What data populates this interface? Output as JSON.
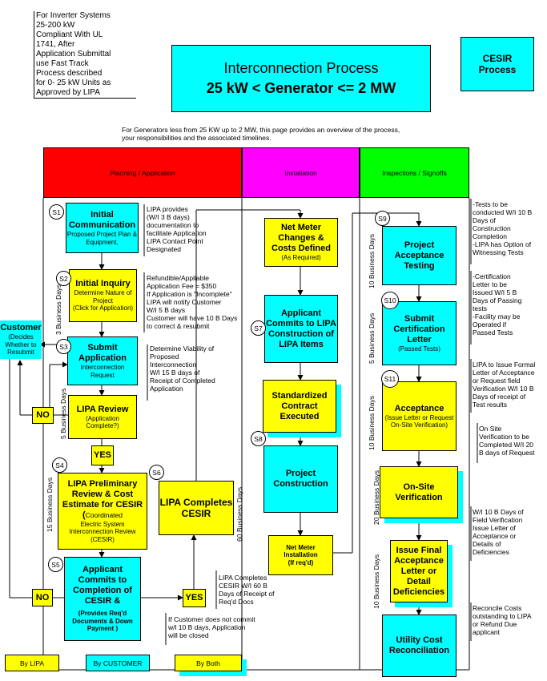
{
  "header": {
    "side_note": "For Inverter Systems\n25-200 kW\nCompliant With UL\n1741, After\nApplication Submittal\nuse Fast Track\nProcess described\nfor 0- 25 kW Units as\nApproved by LIPA",
    "title_line1": "Interconnection Process",
    "title_line2": "25 kW < Generator <= 2 MW",
    "cesir_label": "CESIR\nProcess",
    "description": "For Generators less from 25 KW up to 2 MW, this page provides an overview of the process,\nyour responsibilities and the associated timelines."
  },
  "phases": {
    "planning": "Planning / Application",
    "installation": "Installation",
    "inspections": "Inspections / Signoffs"
  },
  "colors": {
    "planning": "#ff0000",
    "installation": "#ff00ff",
    "inspections": "#00ff00",
    "cyan": "#00ffff",
    "yellow": "#ffff00"
  },
  "steps": {
    "s1": {
      "num": "S1",
      "title": "Initial Communication",
      "sub": "Proposed Project Plan & Equipment,"
    },
    "s2": {
      "num": "S2",
      "title": "Initial Inquiry",
      "sub": "Determine Nature of Project\n(Click for Application)"
    },
    "s3": {
      "num": "S3",
      "title": "Submit Application",
      "sub": "Interconnection Request"
    },
    "review": {
      "title": "LIPA Review",
      "sub": "(Application Complete?)"
    },
    "s4": {
      "num": "S4",
      "title": "LIPA Preliminary Review & Cost Estimate for CESIR (",
      "title_tail": "Coordinated",
      "sub": "Electric System Interconnection Review\n(CESIR)"
    },
    "s5": {
      "num": "S5",
      "title": "Applicant Commits to Completion of CESIR  &",
      "sub": "(Provides Req'd Documents & Down Payment )"
    },
    "s6": {
      "num": "S6",
      "title": "LIPA Completes CESIR"
    },
    "netmeter": {
      "title": "Net Meter Changes & Costs Defined",
      "sub": "(As Required)"
    },
    "s7": {
      "num": "S7",
      "title": "Applicant Commits to LIPA Construction of LIPA Items"
    },
    "contract": {
      "title": "Standardized Contract Executed"
    },
    "s8": {
      "num": "S8",
      "title": "Project Construction"
    },
    "install": {
      "title": "Net Meter Installation",
      "sub": "(If req'd)"
    },
    "s9": {
      "num": "S9",
      "title": "Project Acceptance Testing"
    },
    "s10": {
      "num": "S10",
      "title": "Submit Certification Letter",
      "sub": "(Passed Tests)"
    },
    "s11": {
      "num": "S11",
      "title": "Acceptance",
      "sub": "(Issue Letter or Request On-Site Verification)"
    },
    "onsite": {
      "title": "On-Site Verification"
    },
    "final": {
      "title": "Issue Final Acceptance Letter or Detail Deficiencies"
    },
    "cost": {
      "title": "Utility Cost Reconciliation"
    }
  },
  "customer": {
    "title": "Customer",
    "sub": "(Decides Whether to Resubmit"
  },
  "decisions": {
    "no1": "NO",
    "yes1": "YES",
    "no2": "NO",
    "yes2": "YES"
  },
  "notes": {
    "n1": "LIPA provides\n(W/I 3 B days)\ndocumentation to\nfacilitate Application\nLIPA Contact Point\nDesignated",
    "n2": "Refundible/Appliable\nApplication Fee = $350\nIf Application is \"Incomplete\"\nLIPA will notify Customer\nW/I 5 B days\nCustomer will have 10 B Days\nto correct & resubmit",
    "n3": "Determine Viability of\nProposed\nInterconnection\nW/I 15 B days of\nReceipt of Completed\nApplication",
    "n4": "LIPA Completes\nCESIR W/I 60 B\nDays of Receipt of\nReq'd Docs",
    "n5": "If Customer does not commit\nw/l 10 B days, Application\nwill be closed",
    "n6": "-Tests to be\nconducted W/I 10 B\nDays of\nConstruction\nCompletion\n-LIPA has Option of\nWitnessing Tests",
    "n7": "-Certification\nLetter to be\nIssued W/I 5 B\nDays of Passing\ntests\n-Facility may be\nOperated if\nPassed Tests",
    "n8": "LIPA to Issue Formal\nLetter of Acceptance\nor Request field\nVerification W/I 10 B\nDays of receipt of\nTest results",
    "n9": "On Site\nVerification to be\nCompleted W/I 20\nB days of Request",
    "n10": "W/I 10 B Days of\nField Verification\nIssue Letter of\nAcceptance or\nDetails of\nDeficiencies",
    "n11": "Reconcile Costs\noutstanding to LIPA\nor Refund Due\napplicant"
  },
  "durations": {
    "d1": "3 Business Days",
    "d2": "5 Business Days",
    "d3": "15 Business Days",
    "d4": "60 Business Days",
    "d5": "10 Business Days",
    "d6": "5 Business Days",
    "d7": "10 Business Days",
    "d8": "20 Business Days",
    "d9": "10 Business Days"
  },
  "legend": {
    "lipa": "By LIPA",
    "customer": "By CUSTOMER",
    "both": "By Both"
  }
}
